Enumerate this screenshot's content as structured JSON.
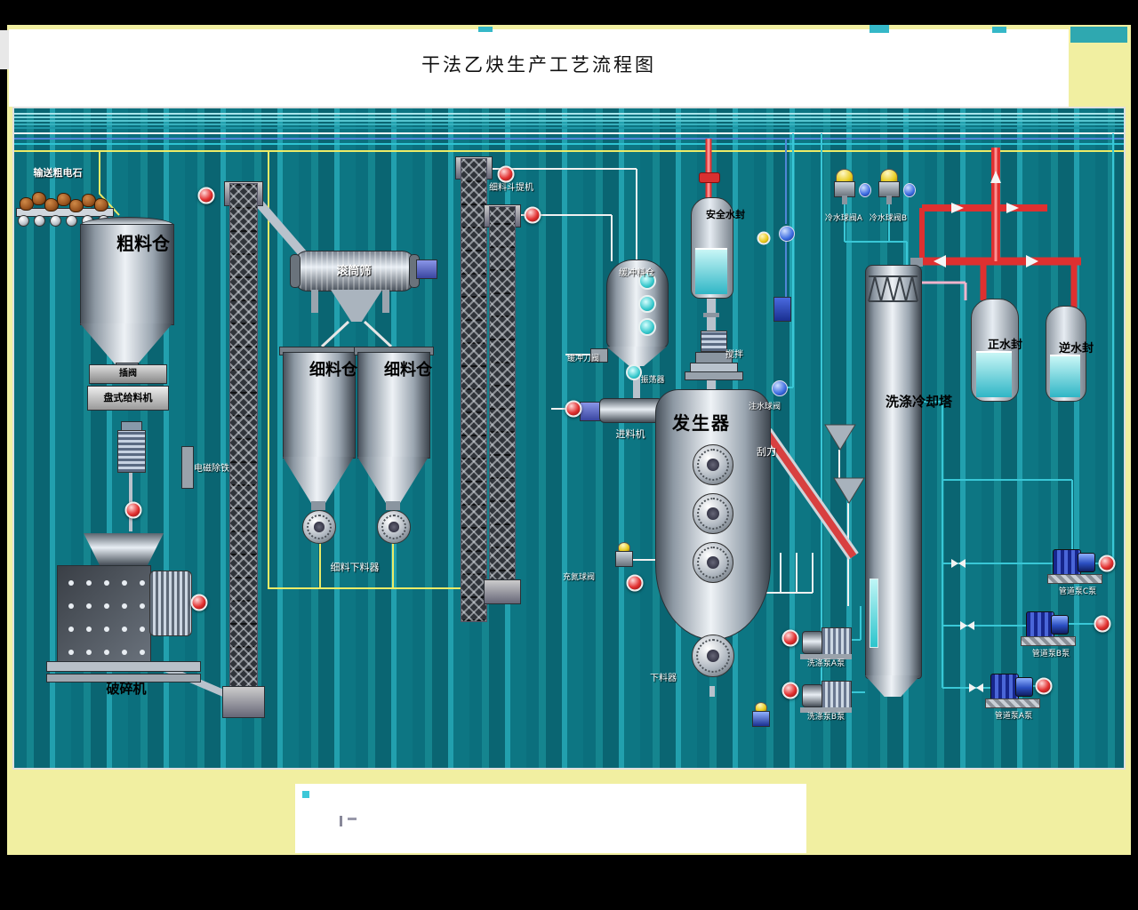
{
  "title": "干法乙炔生产工艺流程图",
  "colors": {
    "background_teal": "#0b6f7d",
    "frame_yellow": "#f1efa1",
    "pipe_red": "#de3030",
    "pipe_yellow": "#eceb67",
    "pipe_cyan": "#39c7d6",
    "pipe_blue": "#4f86d6",
    "indicator_red": "#e23030"
  },
  "labels": {
    "conveyor": "输送粗电石",
    "coarse_silo": "粗料仓",
    "gate_valve": "插阀",
    "disc_feeder": "盘式给料机",
    "iron_remover": "电磁除铁器",
    "crusher": "破碎机",
    "drum_screen": "滚筒筛",
    "fine_silo": "细料仓",
    "fine_discharger": "细料下料器",
    "bucket_elevator": "细料斗提机",
    "buffer_silo": "缓冲料仓",
    "buffer_knife_valve": "缓冲刀阀",
    "oscillator": "振荡器",
    "feeder": "进料机",
    "generator": "发生器",
    "safety_water_seal": "安全水封",
    "agitator": "搅拌",
    "water_inject_valve": "注水球阀",
    "nitrogen_valve": "充氮球阀",
    "bottom_discharger": "下料器",
    "scraper": "刮刀",
    "washing_tower": "洗涤冷却塔",
    "washing_pump_a": "洗涤泵A泵",
    "washing_pump_b": "洗涤泵B泵",
    "pipeline_pump_a": "管道泵A泵",
    "pipeline_pump_b": "管道泵B泵",
    "pipeline_pump_c": "管道泵C泵",
    "positive_water_seal": "正水封",
    "reverse_water_seal": "逆水封",
    "cold_water_valve_a": "冷水球阀A",
    "cold_water_valve_b": "冷水球阀B"
  }
}
